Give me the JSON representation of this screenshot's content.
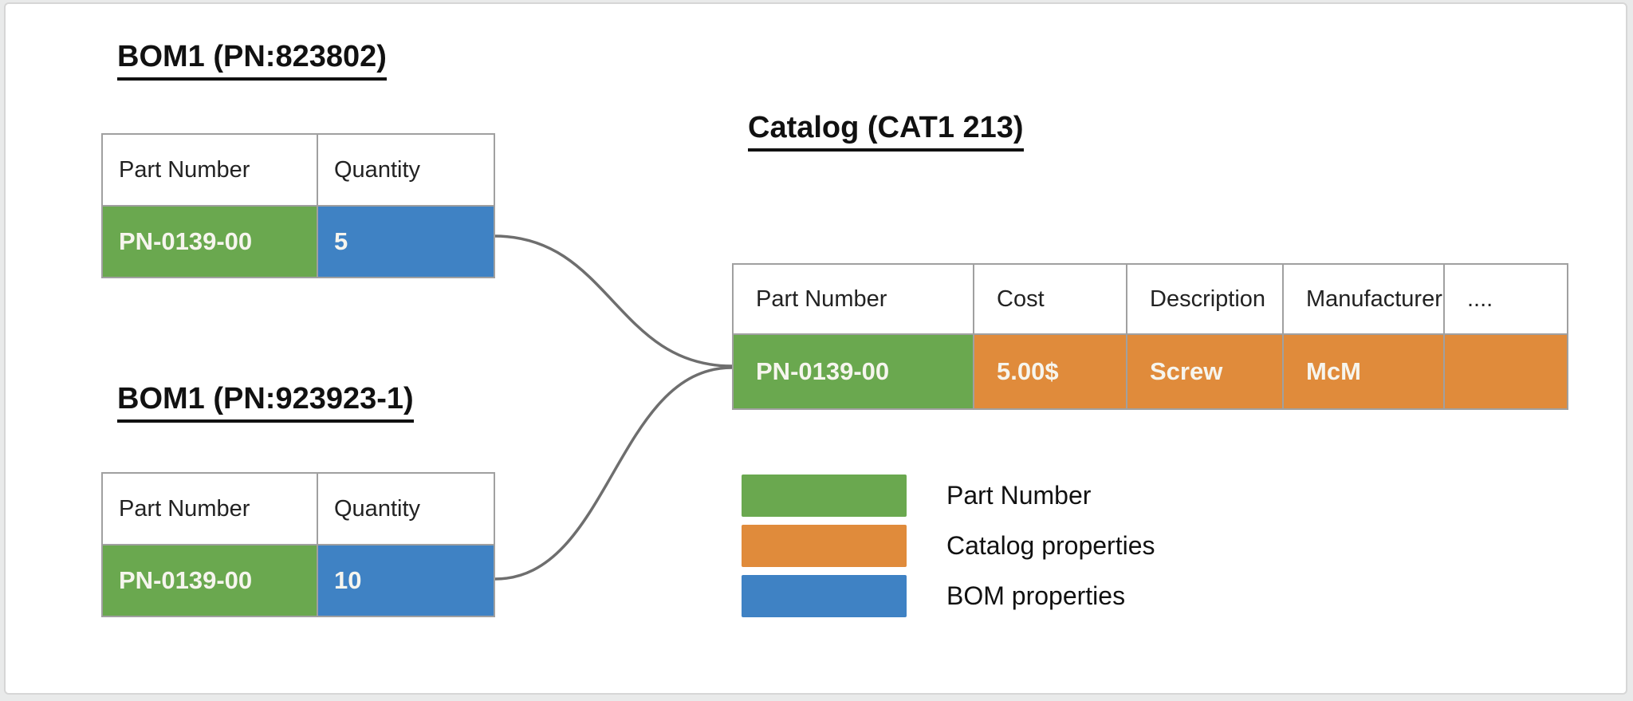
{
  "colors": {
    "part_number_green": "#6aa84f",
    "catalog_orange": "#e08b3b",
    "bom_blue": "#3f82c4",
    "connector_gray": "#6e6e6e"
  },
  "bom1": {
    "title": "BOM1 (PN:823802)",
    "headers": [
      "Part Number",
      "Quantity"
    ],
    "row": {
      "part_number": "PN-0139-00",
      "quantity": "5"
    }
  },
  "bom2": {
    "title": "BOM1 (PN:923923-1)",
    "headers": [
      "Part Number",
      "Quantity"
    ],
    "row": {
      "part_number": "PN-0139-00",
      "quantity": "10"
    }
  },
  "catalog": {
    "title": "Catalog (CAT1 213)",
    "headers": [
      "Part Number",
      "Cost",
      "Description",
      "Manufacturer",
      "...."
    ],
    "row": {
      "part_number": "PN-0139-00",
      "cost": "5.00$",
      "description": "Screw",
      "manufacturer": "McM",
      "more": ""
    }
  },
  "legend": {
    "items": [
      {
        "label": "Part Number",
        "color": "#6aa84f"
      },
      {
        "label": "Catalog properties",
        "color": "#e08b3b"
      },
      {
        "label": "BOM properties",
        "color": "#3f82c4"
      }
    ]
  }
}
